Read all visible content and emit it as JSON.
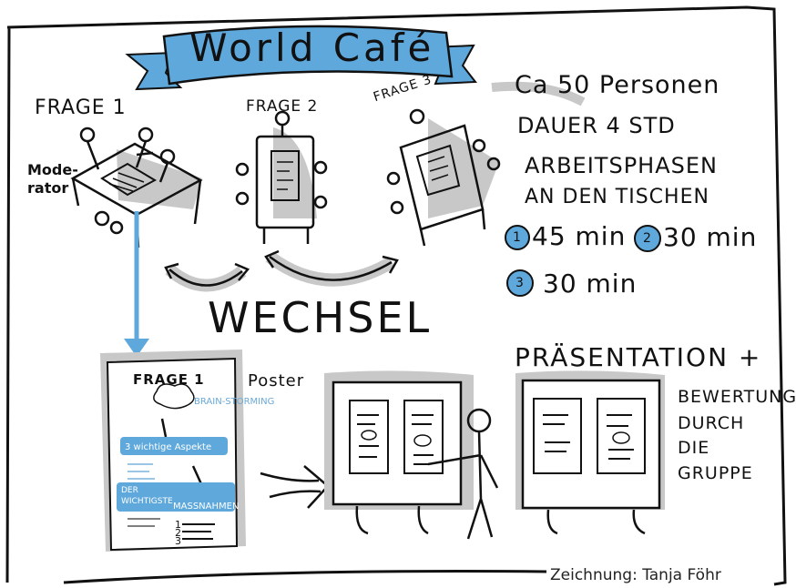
{
  "title": "World Café",
  "tables": [
    {
      "question": "Frage 1",
      "moderator_line1": "Mode-",
      "moderator_line2": "rator"
    },
    {
      "question": "Frage 2"
    },
    {
      "question": "Frage 3"
    }
  ],
  "info": {
    "participants": "Ca 50 Personen",
    "duration": "Dauer 4 Std",
    "phases_line1": "Arbeitsphasen",
    "phases_line2": "an den Tischen",
    "phases": [
      {
        "number": "1",
        "time": "45 min"
      },
      {
        "number": "2",
        "time": "30 min"
      },
      {
        "number": "3",
        "time": "30 min"
      }
    ]
  },
  "rotation_label": "Wechsel",
  "worksheet": {
    "title": "Frage 1",
    "cloud": "Brain-storming",
    "aspects": "3 wichtige Aspekte",
    "important_line1": "Der",
    "important_line2": "wichtigste",
    "measures": "Maßnahmen",
    "list_numbers": [
      "1",
      "2",
      "3"
    ]
  },
  "poster_label": "Poster",
  "presentation": {
    "title": "Präsentation +",
    "lines": [
      "Bewertung",
      "durch",
      "die",
      "Gruppe"
    ]
  },
  "credit": "Zeichnung: Tanja Föhr",
  "colors": {
    "accent_blue": "#5ea8dc",
    "shadow_gray": "#c8c8c8",
    "ink": "#111111"
  }
}
